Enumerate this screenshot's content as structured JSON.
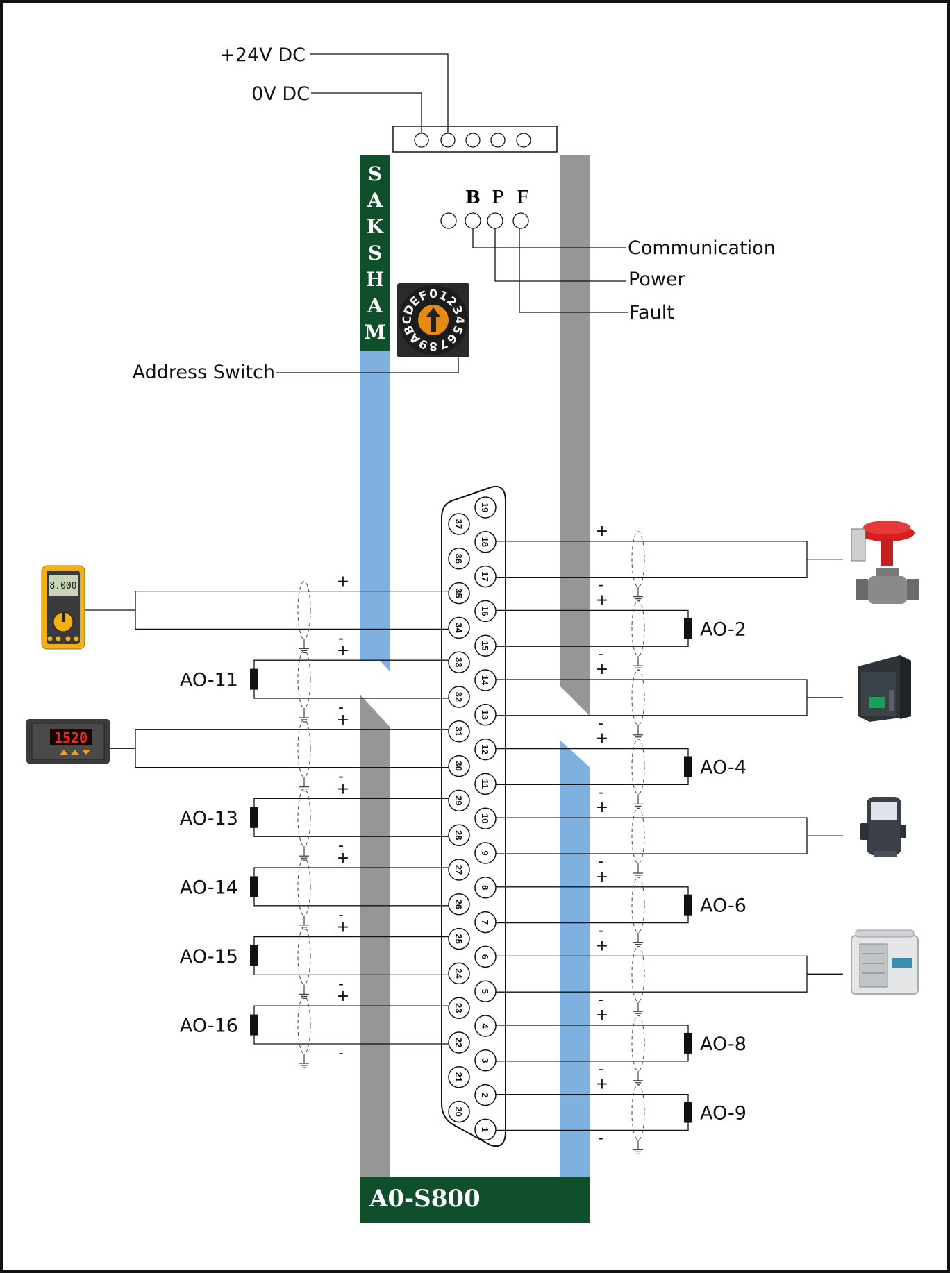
{
  "power": {
    "v24": "+24V DC",
    "v0": "0V DC"
  },
  "leds": {
    "b": "B",
    "p": "P",
    "f": "F"
  },
  "led_labels": {
    "comm": "Communication",
    "power": "Power",
    "fault": "Fault"
  },
  "brand": {
    "letters": [
      "S",
      "A",
      "K",
      "S",
      "H",
      "A",
      "M"
    ]
  },
  "rotary": {
    "chars": [
      "0",
      "1",
      "2",
      "3",
      "4",
      "5",
      "6",
      "7",
      "8",
      "9",
      "A",
      "B",
      "C",
      "D",
      "E",
      "F"
    ]
  },
  "address_switch": "Address Switch",
  "module_name": "A0-S800",
  "meter_display": {
    "multimeter": "8.000",
    "panel": "1520"
  },
  "signs": {
    "plus": "+",
    "minus": "-"
  },
  "connector": {
    "right_pins": [
      "19",
      "18",
      "17",
      "16",
      "15",
      "14",
      "13",
      "12",
      "11",
      "10",
      "9",
      "8",
      "7",
      "6",
      "5",
      "4",
      "3",
      "2",
      "1"
    ],
    "left_pins": [
      "37",
      "36",
      "35",
      "34",
      "33",
      "32",
      "31",
      "30",
      "29",
      "28",
      "27",
      "26",
      "25",
      "24",
      "23",
      "22",
      "21",
      "20"
    ]
  },
  "outputs_left": [
    {
      "kind": "device",
      "device": "multimeter",
      "plus_pin": "35",
      "minus_pin": "34"
    },
    {
      "kind": "resistor",
      "label": "AO-11",
      "plus_pin": "33",
      "minus_pin": "32"
    },
    {
      "kind": "device",
      "device": "panel-meter",
      "plus_pin": "31",
      "minus_pin": "30"
    },
    {
      "kind": "resistor",
      "label": "AO-13",
      "plus_pin": "29",
      "minus_pin": "28"
    },
    {
      "kind": "resistor",
      "label": "AO-14",
      "plus_pin": "27",
      "minus_pin": "26"
    },
    {
      "kind": "resistor",
      "label": "AO-15",
      "plus_pin": "25",
      "minus_pin": "24"
    },
    {
      "kind": "resistor",
      "label": "AO-16",
      "plus_pin": "23",
      "minus_pin": "22"
    }
  ],
  "outputs_right": [
    {
      "kind": "device",
      "device": "control-valve",
      "plus_pin": "18",
      "minus_pin": "17"
    },
    {
      "kind": "resistor",
      "label": "AO-2",
      "plus_pin": "16",
      "minus_pin": "15"
    },
    {
      "kind": "device",
      "device": "drive",
      "plus_pin": "14",
      "minus_pin": "13"
    },
    {
      "kind": "resistor",
      "label": "AO-4",
      "plus_pin": "12",
      "minus_pin": "11"
    },
    {
      "kind": "device",
      "device": "i-p-converter",
      "plus_pin": "10",
      "minus_pin": "9"
    },
    {
      "kind": "resistor",
      "label": "AO-6",
      "plus_pin": "8",
      "minus_pin": "7"
    },
    {
      "kind": "device",
      "device": "chart-recorder",
      "plus_pin": "6",
      "minus_pin": "5"
    },
    {
      "kind": "resistor",
      "label": "AO-8",
      "plus_pin": "4",
      "minus_pin": "3"
    },
    {
      "kind": "resistor",
      "label": "AO-9",
      "plus_pin": "2",
      "minus_pin": "1"
    }
  ],
  "colors": {
    "green": "#0f4f2b",
    "blue": "#7eb0e0",
    "gray": "#969696",
    "orange": "#e58a12"
  }
}
